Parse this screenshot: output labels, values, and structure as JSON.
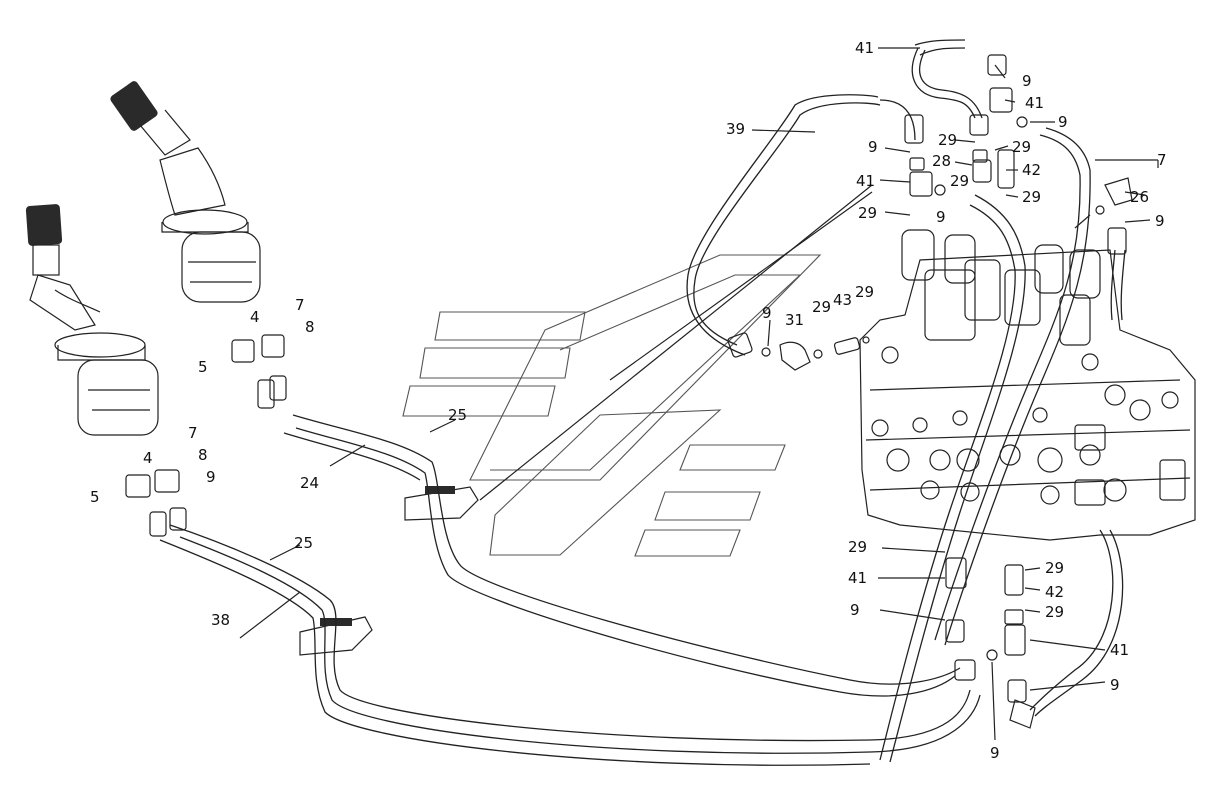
{
  "diagram": {
    "colors": {
      "ink": "#222222",
      "background": "#ffffff",
      "watermark": "#555555"
    },
    "labels": [
      "41",
      "9",
      "41",
      "9",
      "39",
      "9",
      "29",
      "29",
      "28",
      "42",
      "41",
      "29",
      "29",
      "9",
      "7",
      "26",
      "9",
      "29",
      "9",
      "31",
      "29",
      "43",
      "29",
      "7",
      "4",
      "8",
      "5",
      "7",
      "4",
      "8",
      "9",
      "5",
      "25",
      "24",
      "25",
      "38",
      "29",
      "41",
      "9",
      "29",
      "42",
      "29",
      "41",
      "9",
      "9"
    ]
  }
}
